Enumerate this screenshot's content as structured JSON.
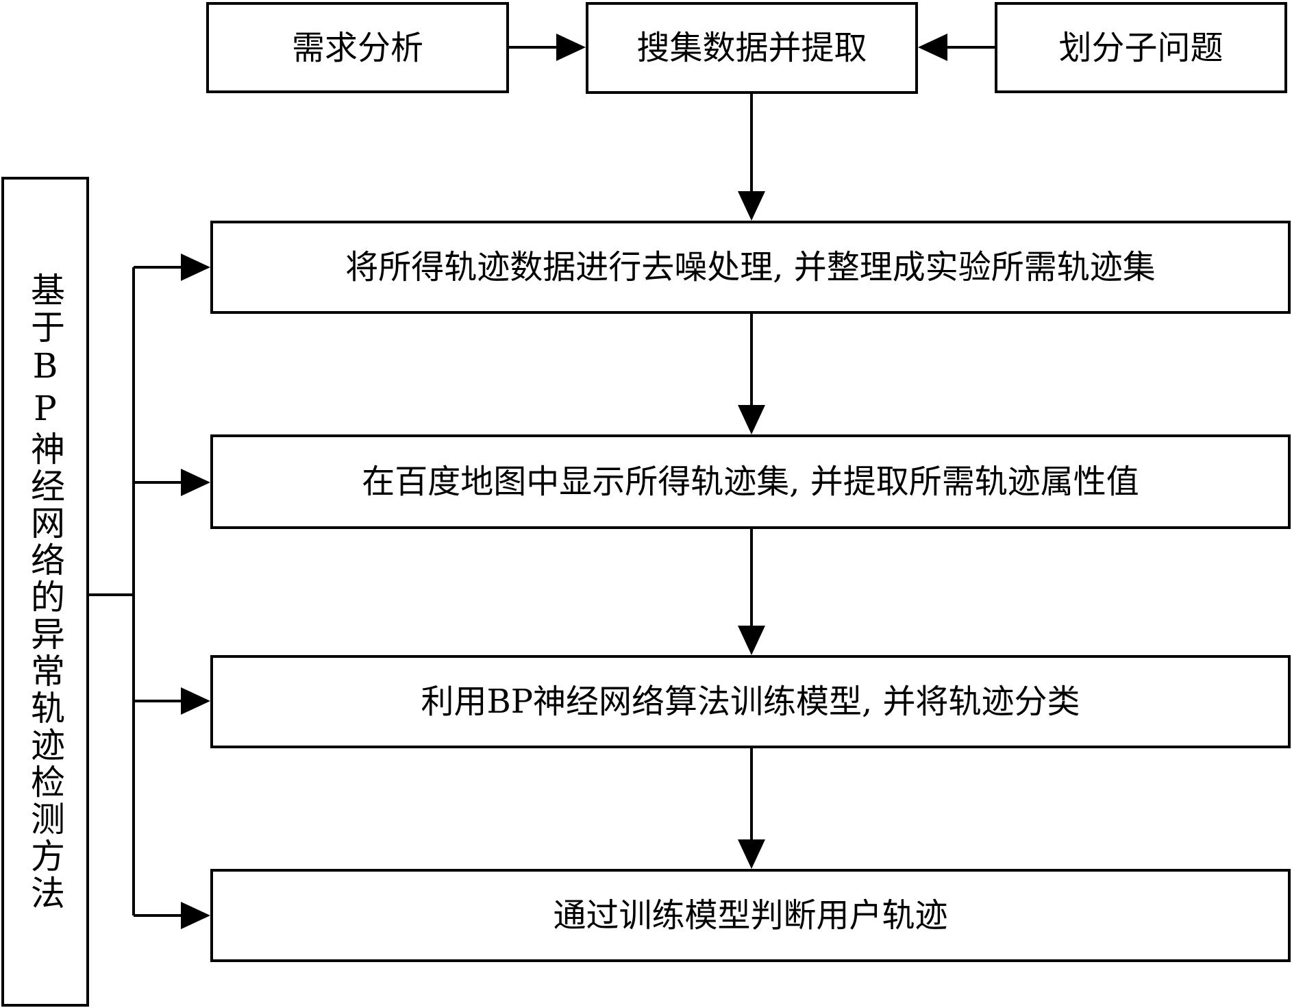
{
  "top_row": {
    "left_box": "需求分析",
    "center_box": "搜集数据并提取",
    "right_box": "划分子问题"
  },
  "left_title": "基于BP神经网络的异常轨迹检测方法",
  "steps": [
    "将所得轨迹数据进行去噪处理, 并整理成实验所需轨迹集",
    "在百度地图中显示所得轨迹集, 并提取所需轨迹属性值",
    "利用BP神经网络算法训练模型, 并将轨迹分类",
    "通过训练模型判断用户轨迹"
  ]
}
